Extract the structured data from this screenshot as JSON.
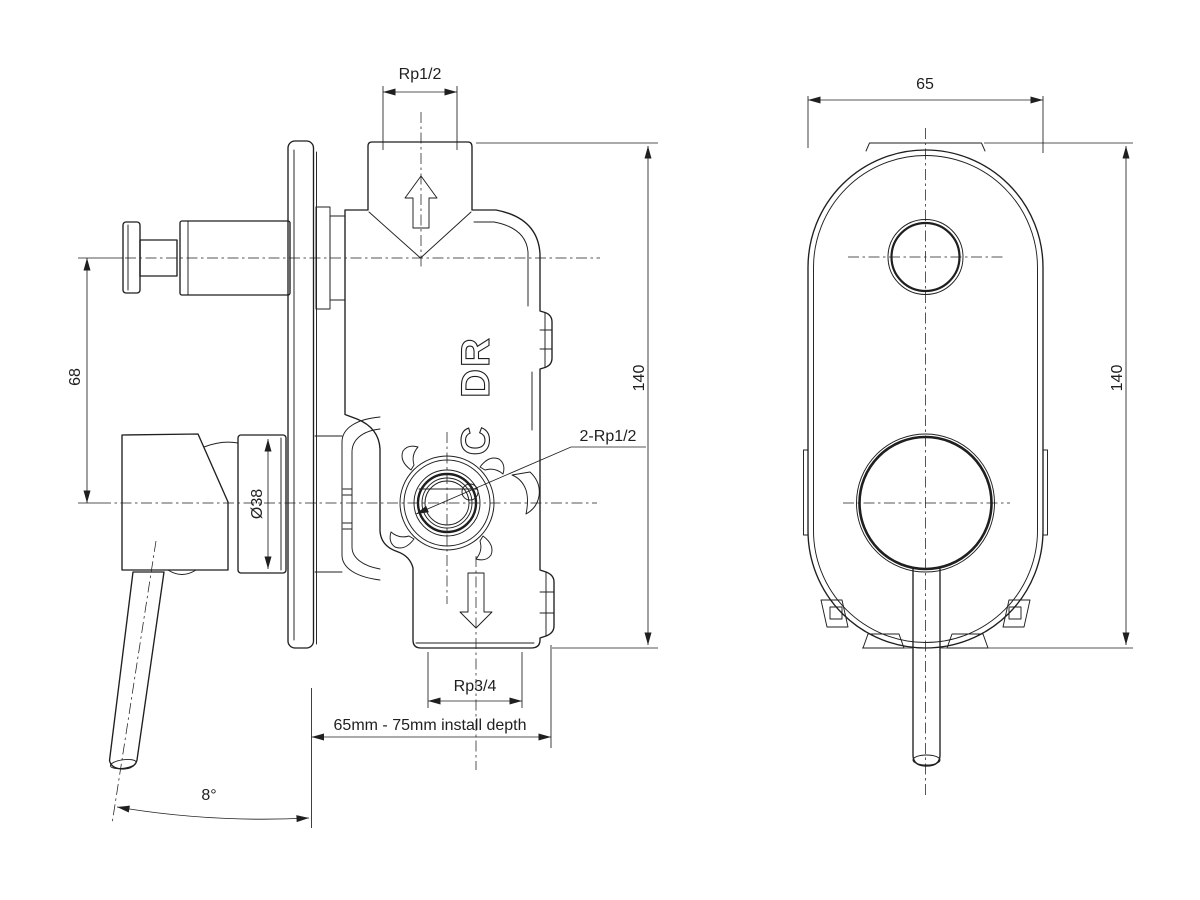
{
  "meta": {
    "type": "technical-drawing",
    "ink": "#1f1f1f",
    "paper": "#ffffff"
  },
  "side_view": {
    "dims": {
      "inlet_thread": "Rp1/2",
      "knob_to_handle_offset": "68",
      "overall_height": "140",
      "trim_diameter": "Ø38",
      "side_ports": "2-Rp1/2",
      "outlet_thread": "Rp3/4",
      "install_depth": "65mm - 75mm install depth",
      "lever_angle": "8°"
    },
    "markings": {
      "dr": "DR",
      "c": "C"
    }
  },
  "front_view": {
    "dims": {
      "overall_width": "65",
      "overall_height": "140"
    }
  }
}
